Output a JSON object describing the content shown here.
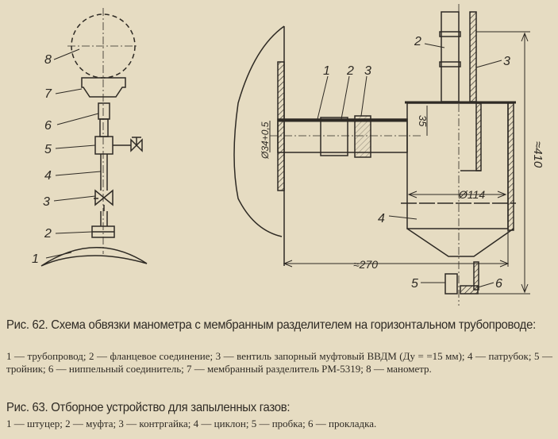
{
  "fig62": {
    "labels": [
      "1",
      "2",
      "3",
      "4",
      "5",
      "6",
      "7",
      "8"
    ],
    "caption_title": "Рис. 62. Схема обвязки манометра с мембранным разделителем на горизонтальном трубопроводе:",
    "caption_legend": "1 — трубопровод; 2 — фланцевое соединение; 3 — вентиль запорный муфтовый ВВДМ (Ду = =15 мм); 4 — патрубок; 5 — тройник; 6 — ниппельный соединитель; 7 — мембранный разделитель РМ-5319; 8 — манометр."
  },
  "fig63": {
    "labels": {
      "l1": "1",
      "l2": "2",
      "l3": "3",
      "l2_top": "2",
      "l3_top": "3",
      "l4": "4",
      "l5": "5",
      "l6": "6"
    },
    "dims": {
      "pipe_diameter": "Ø34+0,5",
      "offset": "35",
      "body_diameter": "Ø114",
      "height": "≈410",
      "length": "≈270"
    },
    "caption_title": "Рис. 63. Отборное устройство для запыленных газов:",
    "caption_legend": "1 — штуцер; 2 — муфта; 3 — контргайка; 4 — циклон; 5 — пробка; 6 — прокладка."
  }
}
